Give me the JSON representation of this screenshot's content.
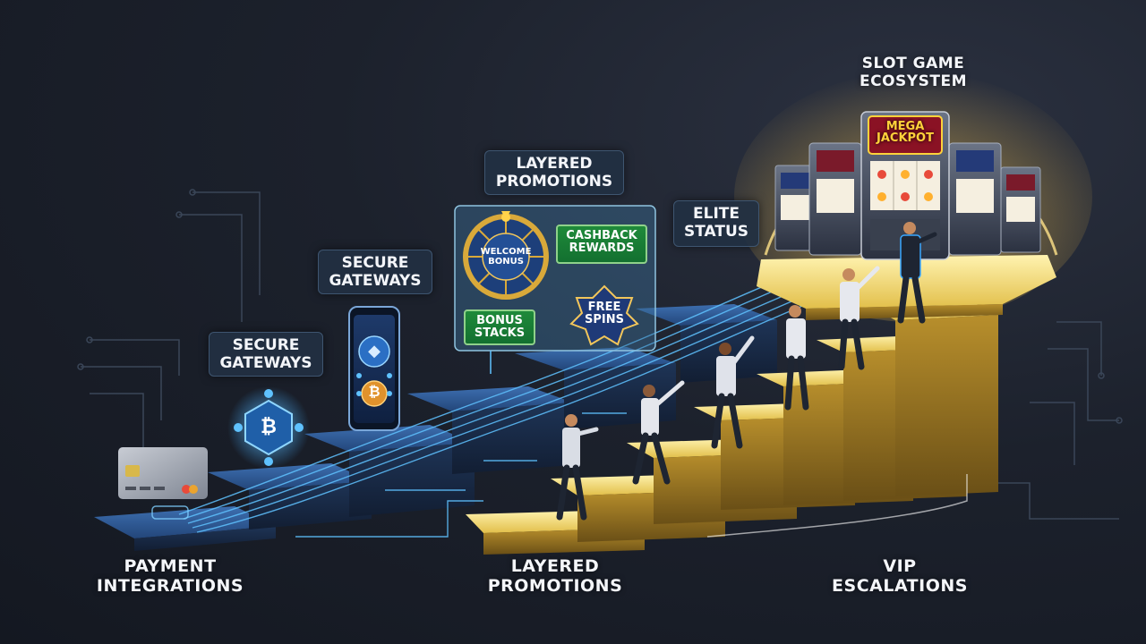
{
  "labels": {
    "slot_game_ecosystem": [
      "SLOT GAME",
      "ECOSYSTEM"
    ],
    "layered_promotions_top": [
      "LAYERED",
      "PROMOTIONS"
    ],
    "secure_gateways_1": [
      "SECURE",
      "GATEWAYS"
    ],
    "secure_gateways_2": [
      "SECURE",
      "GATEWAYS"
    ],
    "elite_status": [
      "ELITE",
      "STATUS"
    ]
  },
  "promotions": {
    "welcome_bonus": [
      "WELCOME",
      "BONUS"
    ],
    "cashback_rewards": [
      "CASHBACK",
      "REWARDS"
    ],
    "bonus_stacks": [
      "BONUS",
      "STACKS"
    ],
    "free_spins": [
      "FREE",
      "SPINS"
    ]
  },
  "slot_machine": {
    "mega_jackpot": [
      "MEGA",
      "JACKPOT"
    ]
  },
  "bottom_labels": {
    "payment_integrations": [
      "PAYMENT",
      "INTEGRATIONS"
    ],
    "layered_promotions": [
      "LAYERED",
      "PROMOTIONS"
    ],
    "vip_escalations": [
      "VIP",
      "ESCALATIONS"
    ]
  },
  "icons": {
    "bitcoin_symbol": "₿",
    "ethereum_symbol": "◆"
  },
  "colors": {
    "gold": "#e8c84a",
    "blue_glow": "#3aa8ff",
    "green_badge": "#1c8a3a",
    "label_bg": "#223042"
  }
}
